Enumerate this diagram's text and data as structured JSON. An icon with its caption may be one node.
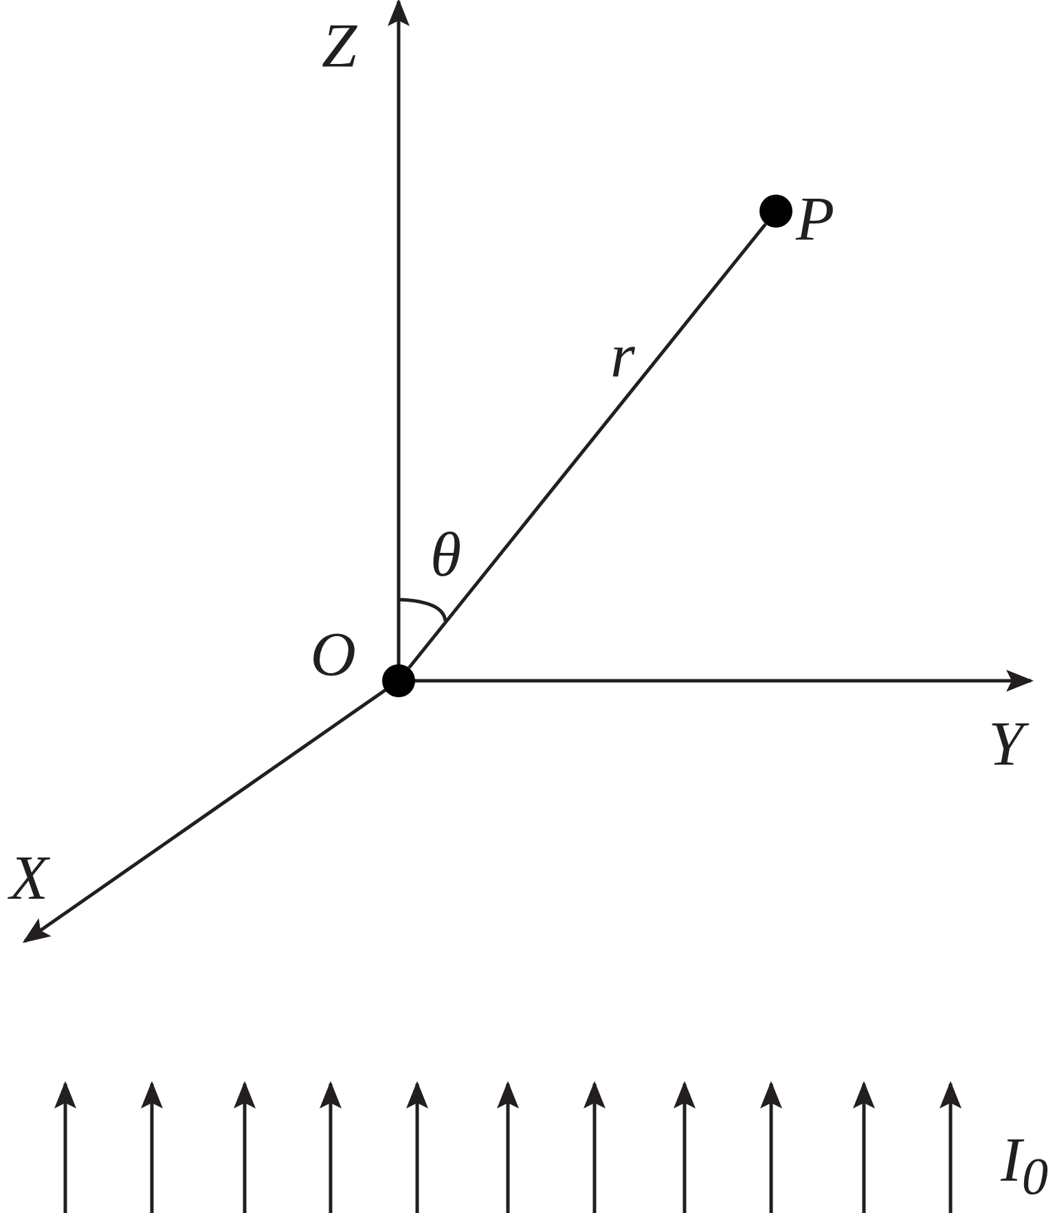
{
  "diagram": {
    "nodes": [
      {
        "text": [],
        "shape": "circle",
        "beside": [
          "O"
        ]
      },
      {
        "text": [],
        "shape": "circle",
        "beside": [
          "P"
        ]
      }
    ],
    "edges": [
      {
        "from": 0,
        "to": 1,
        "arrow": "none",
        "label": "r"
      }
    ],
    "labels": [
      "Z",
      "θ",
      "Y",
      "X",
      "I$_{0}$"
    ]
  }
}
